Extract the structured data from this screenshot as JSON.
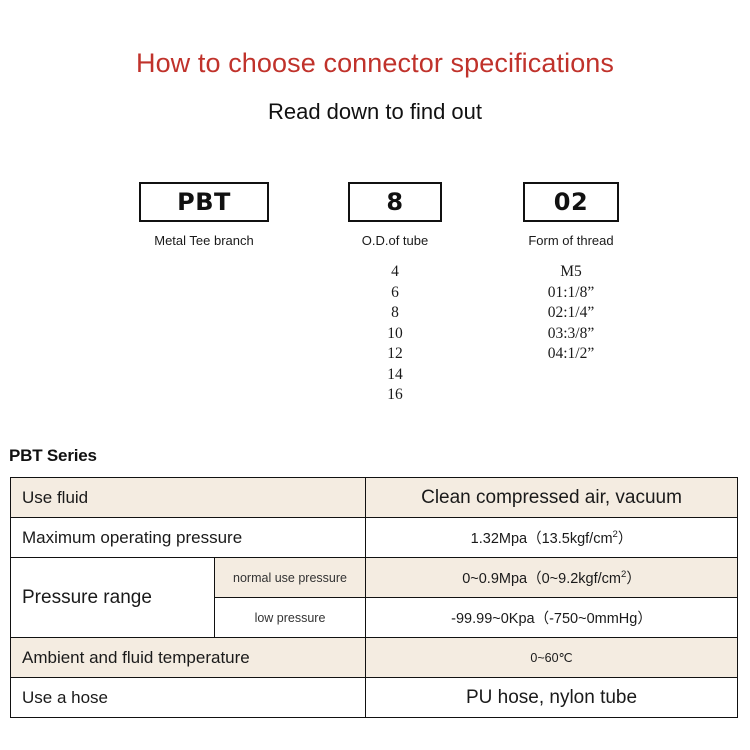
{
  "header": {
    "title": "How to choose connector specifications",
    "subtitle": "Read down to find out",
    "title_color": "#c0322b"
  },
  "code_breakdown": {
    "columns": [
      {
        "key": "series",
        "box_value": "PBT",
        "caption": "Metal Tee branch",
        "options": []
      },
      {
        "key": "od_of_tube",
        "box_value": "8",
        "caption": "O.D.of tube",
        "options": [
          "4",
          "6",
          "8",
          "10",
          "12",
          "14",
          "16"
        ]
      },
      {
        "key": "form_of_thread",
        "box_value": "02",
        "caption": "Form of thread",
        "options": [
          "M5",
          "01:1/8”",
          "02:1/4”",
          "03:3/8”",
          "04:1/2”"
        ]
      }
    ]
  },
  "spec_section": {
    "series_label": "PBT Series",
    "shade_color": "#f4ece1",
    "rows": [
      {
        "label": "Use fluid",
        "sublabel": null,
        "value": "Clean compressed air, vacuum",
        "shaded": true
      },
      {
        "label": "Maximum operating pressure",
        "sublabel": null,
        "value": "1.32Mpa（13.5kgf/cm2）",
        "value_html": "1.32Mpa（13.5kgf/cm<sup>2</sup>）",
        "shaded": false
      },
      {
        "label": "Pressure range",
        "sublabel": "normal use pressure",
        "value": "0~0.9Mpa（0~9.2kgf/cm2）",
        "value_html": "0~0.9Mpa（0~9.2kgf/cm<sup>2</sup>）",
        "shaded": true
      },
      {
        "label": null,
        "sublabel": "low pressure",
        "value": "-99.99~0Kpa（-750~0mmHg）",
        "shaded": false
      },
      {
        "label": "Ambient and fluid temperature",
        "sublabel": null,
        "value": "0~60℃",
        "shaded": true
      },
      {
        "label": "Use a hose",
        "sublabel": null,
        "value": "PU hose, nylon tube",
        "shaded": false
      }
    ]
  }
}
